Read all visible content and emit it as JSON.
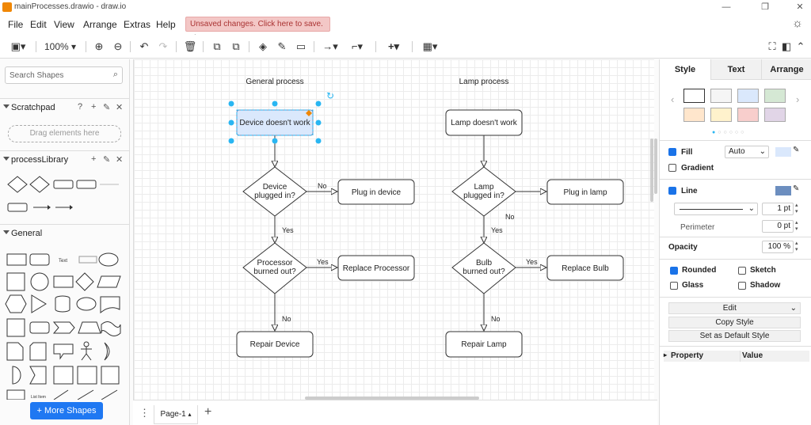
{
  "window": {
    "title": "mainProcesses.drawio - draw.io"
  },
  "menu": [
    "File",
    "Edit",
    "View",
    "Arrange",
    "Extras",
    "Help"
  ],
  "banner": {
    "label": "Unsaved changes. Click here to save."
  },
  "toolbar": {
    "zoom": "100%"
  },
  "left": {
    "search_placeholder": "Search Shapes",
    "scratchpad": "Scratchpad",
    "drag_here": "Drag elements here",
    "process_library": "processLibrary",
    "general": "General",
    "more_shapes": "+ More Shapes"
  },
  "diagram": {
    "general_title": "General process",
    "lamp_title": "Lamp process",
    "g_start": "Device doesn't work",
    "g_d1": [
      "Device",
      "plugged in?"
    ],
    "g_r1": "Plug in device",
    "g_d2": [
      "Processor",
      "burned out?"
    ],
    "g_r2": "Replace Processor",
    "g_end": "Repair Device",
    "l_start": "Lamp doesn't work",
    "l_d1": [
      "Lamp",
      "plugged in?"
    ],
    "l_r1": "Plug in lamp",
    "l_d2": [
      "Bulb",
      "burned out?"
    ],
    "l_r2": "Replace Bulb",
    "l_end": "Repair Lamp",
    "yes": "Yes",
    "no": "No"
  },
  "bottom": {
    "page_tab": "Page-1"
  },
  "right": {
    "tabs": [
      "Style",
      "Text",
      "Arrange"
    ],
    "fill": "Fill",
    "fill_mode": "Auto",
    "gradient": "Gradient",
    "line": "Line",
    "line_width": "1 pt",
    "perimeter": "Perimeter",
    "perimeter_value": "0 pt",
    "opacity": "Opacity",
    "opacity_value": "100 %",
    "rounded": "Rounded",
    "sketch": "Sketch",
    "glass": "Glass",
    "shadow": "Shadow",
    "edit": "Edit",
    "copy_style": "Copy Style",
    "set_default": "Set as Default Style",
    "property": "Property",
    "value": "Value",
    "swatch_colors": [
      "#ffffff",
      "#f5f5f5",
      "#dae8fc",
      "#d5e8d4",
      "#ffe6cc",
      "#fff2cc",
      "#f8cecc",
      "#e1d5e7"
    ],
    "line_color": "#6c8ebf",
    "fill_color": "#dae8fc"
  }
}
